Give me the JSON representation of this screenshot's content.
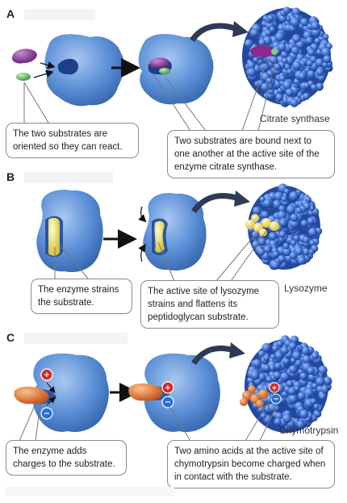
{
  "panels": [
    {
      "letter": "A",
      "left_callout": "The two substrates are oriented so they can react.",
      "right_callout": "Two substrates are bound next to one another at the active site of the enzyme citrate synthase.",
      "molecule": "Citrate synthase"
    },
    {
      "letter": "B",
      "left_callout": "The enzyme strains the substrate.",
      "right_callout": "The active site of lysozyme strains and flattens its peptidoglycan substrate.",
      "molecule": "Lysozyme"
    },
    {
      "letter": "C",
      "left_callout": "The enzyme adds charges to the substrate.",
      "right_callout": "Two amino acids at the active site of chymotrypsin become charged when in contact with the substrate.",
      "molecule": "Chymotrypsin"
    }
  ],
  "colors": {
    "enzyme": "#5b8fd6",
    "enzyme_dark": "#2f5fa8",
    "protein_sphere": "#3f6fcf",
    "substrate_purple": "#8a3a9a",
    "substrate_green": "#6fc06a",
    "substrate_yellow": "#f2e36a",
    "substrate_orange": "#e07a3a",
    "positive_charge": "#d62a2a",
    "negative_charge": "#2a6fd6"
  }
}
